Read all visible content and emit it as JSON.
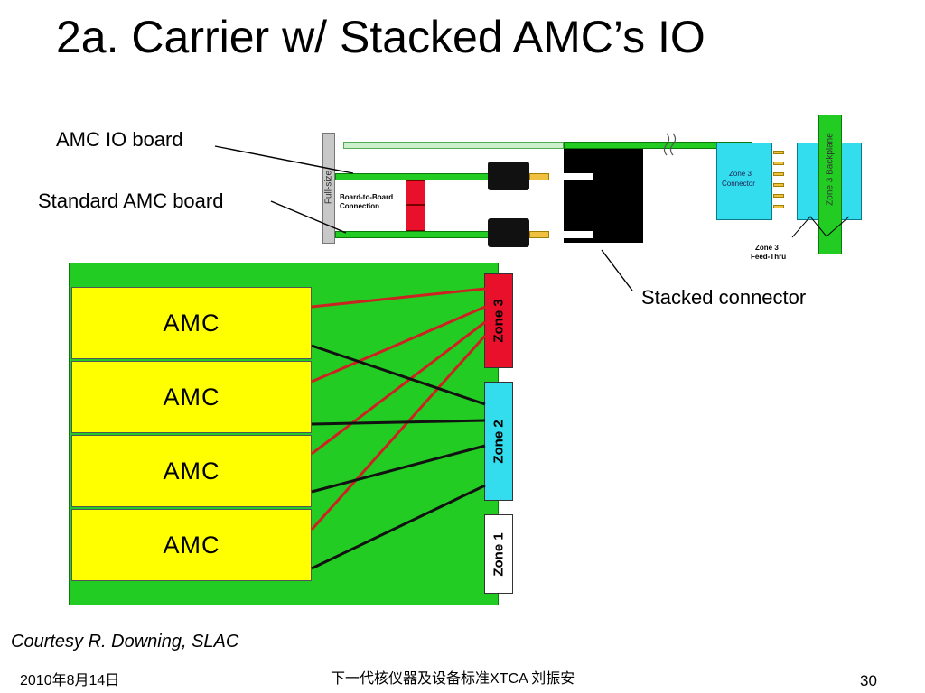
{
  "slide": {
    "title": "2a. Carrier w/ Stacked AMC’s IO",
    "courtesy": "Courtesy R. Downing, SLAC",
    "footer": {
      "date": "2010年8月14日",
      "center": "下一代核仪器及设备标准XTCA  刘振安",
      "page": "30"
    }
  },
  "diagram": {
    "callouts": {
      "amc_io_board": "AMC IO board",
      "standard_amc_board": "Standard AMC board",
      "stacked_connector": "Stacked connector"
    },
    "labels": {
      "full_size": "Full-size",
      "board_to_board": [
        "Board-to-Board",
        "Connection"
      ],
      "zone3_connector": [
        "Zone 3",
        "Connector"
      ],
      "zone3_backplane": "Zone 3 Backplane",
      "zone3_feed_thru": [
        "Zone 3",
        "Feed-Thru"
      ]
    },
    "carrier": {
      "amc_slots": [
        "AMC",
        "AMC",
        "AMC",
        "AMC"
      ],
      "zones": {
        "zone3": "Zone 3",
        "zone2": "Zone 2",
        "zone1": "Zone 1"
      }
    },
    "colors": {
      "board_green": "#22cc22",
      "amc_yellow": "#ffff00",
      "zone3_red": "#e8102a",
      "zone2_cyan": "#33ddee",
      "zone1_white": "#ffffff",
      "red_wire": "#cc2222",
      "black_wire": "#111111"
    }
  }
}
